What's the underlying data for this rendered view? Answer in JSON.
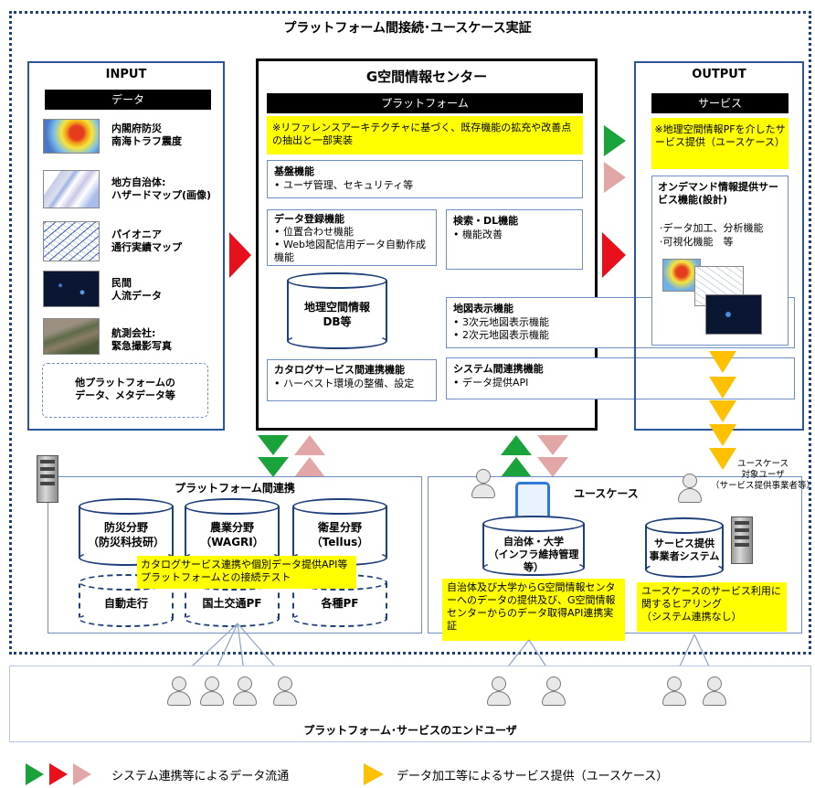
{
  "title": "プラットフォーム間接続･ユースケース実証",
  "input": {
    "heading": "INPUT",
    "band": "データ",
    "items": [
      {
        "label": "内閣府防災\n南海トラフ震度"
      },
      {
        "label": "地方自治体:\nハザードマップ(画像)"
      },
      {
        "label": "パイオニア\n通行実績マップ"
      },
      {
        "label": "民間\n人流データ"
      },
      {
        "label": "航測会社:\n緊急撮影写真"
      }
    ],
    "other": "他プラットフォームの\nデータ、メタデータ等"
  },
  "center": {
    "heading": "G空間情報センター",
    "band": "プラットフォーム",
    "note": "※リファレンスアーキテクチャに基づく、既存機能の拡充や改善点の抽出と一部実装",
    "kiban": {
      "title": "基盤機能",
      "items": [
        "ユーザ管理、セキュリティ等"
      ]
    },
    "touroku": {
      "title": "データ登録機能",
      "items": [
        "位置合わせ機能",
        "Web地図配信用データ自動作成機能"
      ]
    },
    "search": {
      "title": "検索・DL機能",
      "items": [
        "機能改善"
      ]
    },
    "db": "地理空間情報\nDB等",
    "map": {
      "title": "地図表示機能",
      "items": [
        "3次元地図表示機能",
        "2次元地図表示機能"
      ]
    },
    "catalog": {
      "title": "カタログサービス間連携機能",
      "items": [
        "ハーベスト環境の整備、設定"
      ]
    },
    "system": {
      "title": "システム間連携機能",
      "items": [
        "データ提供API"
      ]
    }
  },
  "output": {
    "heading": "OUTPUT",
    "band": "サービス",
    "note": "※地理空間情報PFを介したサービス提供（ユースケース）",
    "ondemand_title": "オンデマンド情報提供サービス機能(設計)",
    "ondemand_items": [
      "データ加工、分析機能",
      "可視化機能　等"
    ]
  },
  "pf_link": {
    "title": "プラットフォーム間連携",
    "dbs": [
      {
        "label": "防災分野\n（防災科技研）"
      },
      {
        "label": "農業分野\n（WAGRI）"
      },
      {
        "label": "衛星分野\n（Tellus）"
      }
    ],
    "note": "カタログサービス連携や個別データ提供API等プラットフォームとの接続テスト",
    "dashed": [
      "自動走行",
      "国土交通PF",
      "各種PF"
    ]
  },
  "usecase": {
    "title": "ユースケース",
    "target_user": "ユースケース\n対象ユーザ\n（サービス提供事業者等）",
    "local_db": "自治体・大学\n（インフラ維持管理等）",
    "provider_db": "サービス提供\n事業者システム",
    "note_left": "自治体及び大学からG空間情報センターへのデータの提供及び、G空間情報センターからのデータ取得API連携実証",
    "note_right": "ユースケースのサービス利用に関するヒアリング\n（システム連携なし）"
  },
  "endusers": "プラットフォーム･サービスのエンドユーザ",
  "legend": {
    "arrows_label": "システム連携等によるデータ流通",
    "yellow_label": "データ加工等によるサービス提供（ユースケース）"
  },
  "colors": {
    "navy": "#1f3f7a",
    "green": "#1aa33b",
    "red": "#e8101a",
    "pink": "#e3a6a6",
    "amber": "#ffc000",
    "yellow_note": "#ffff00"
  }
}
